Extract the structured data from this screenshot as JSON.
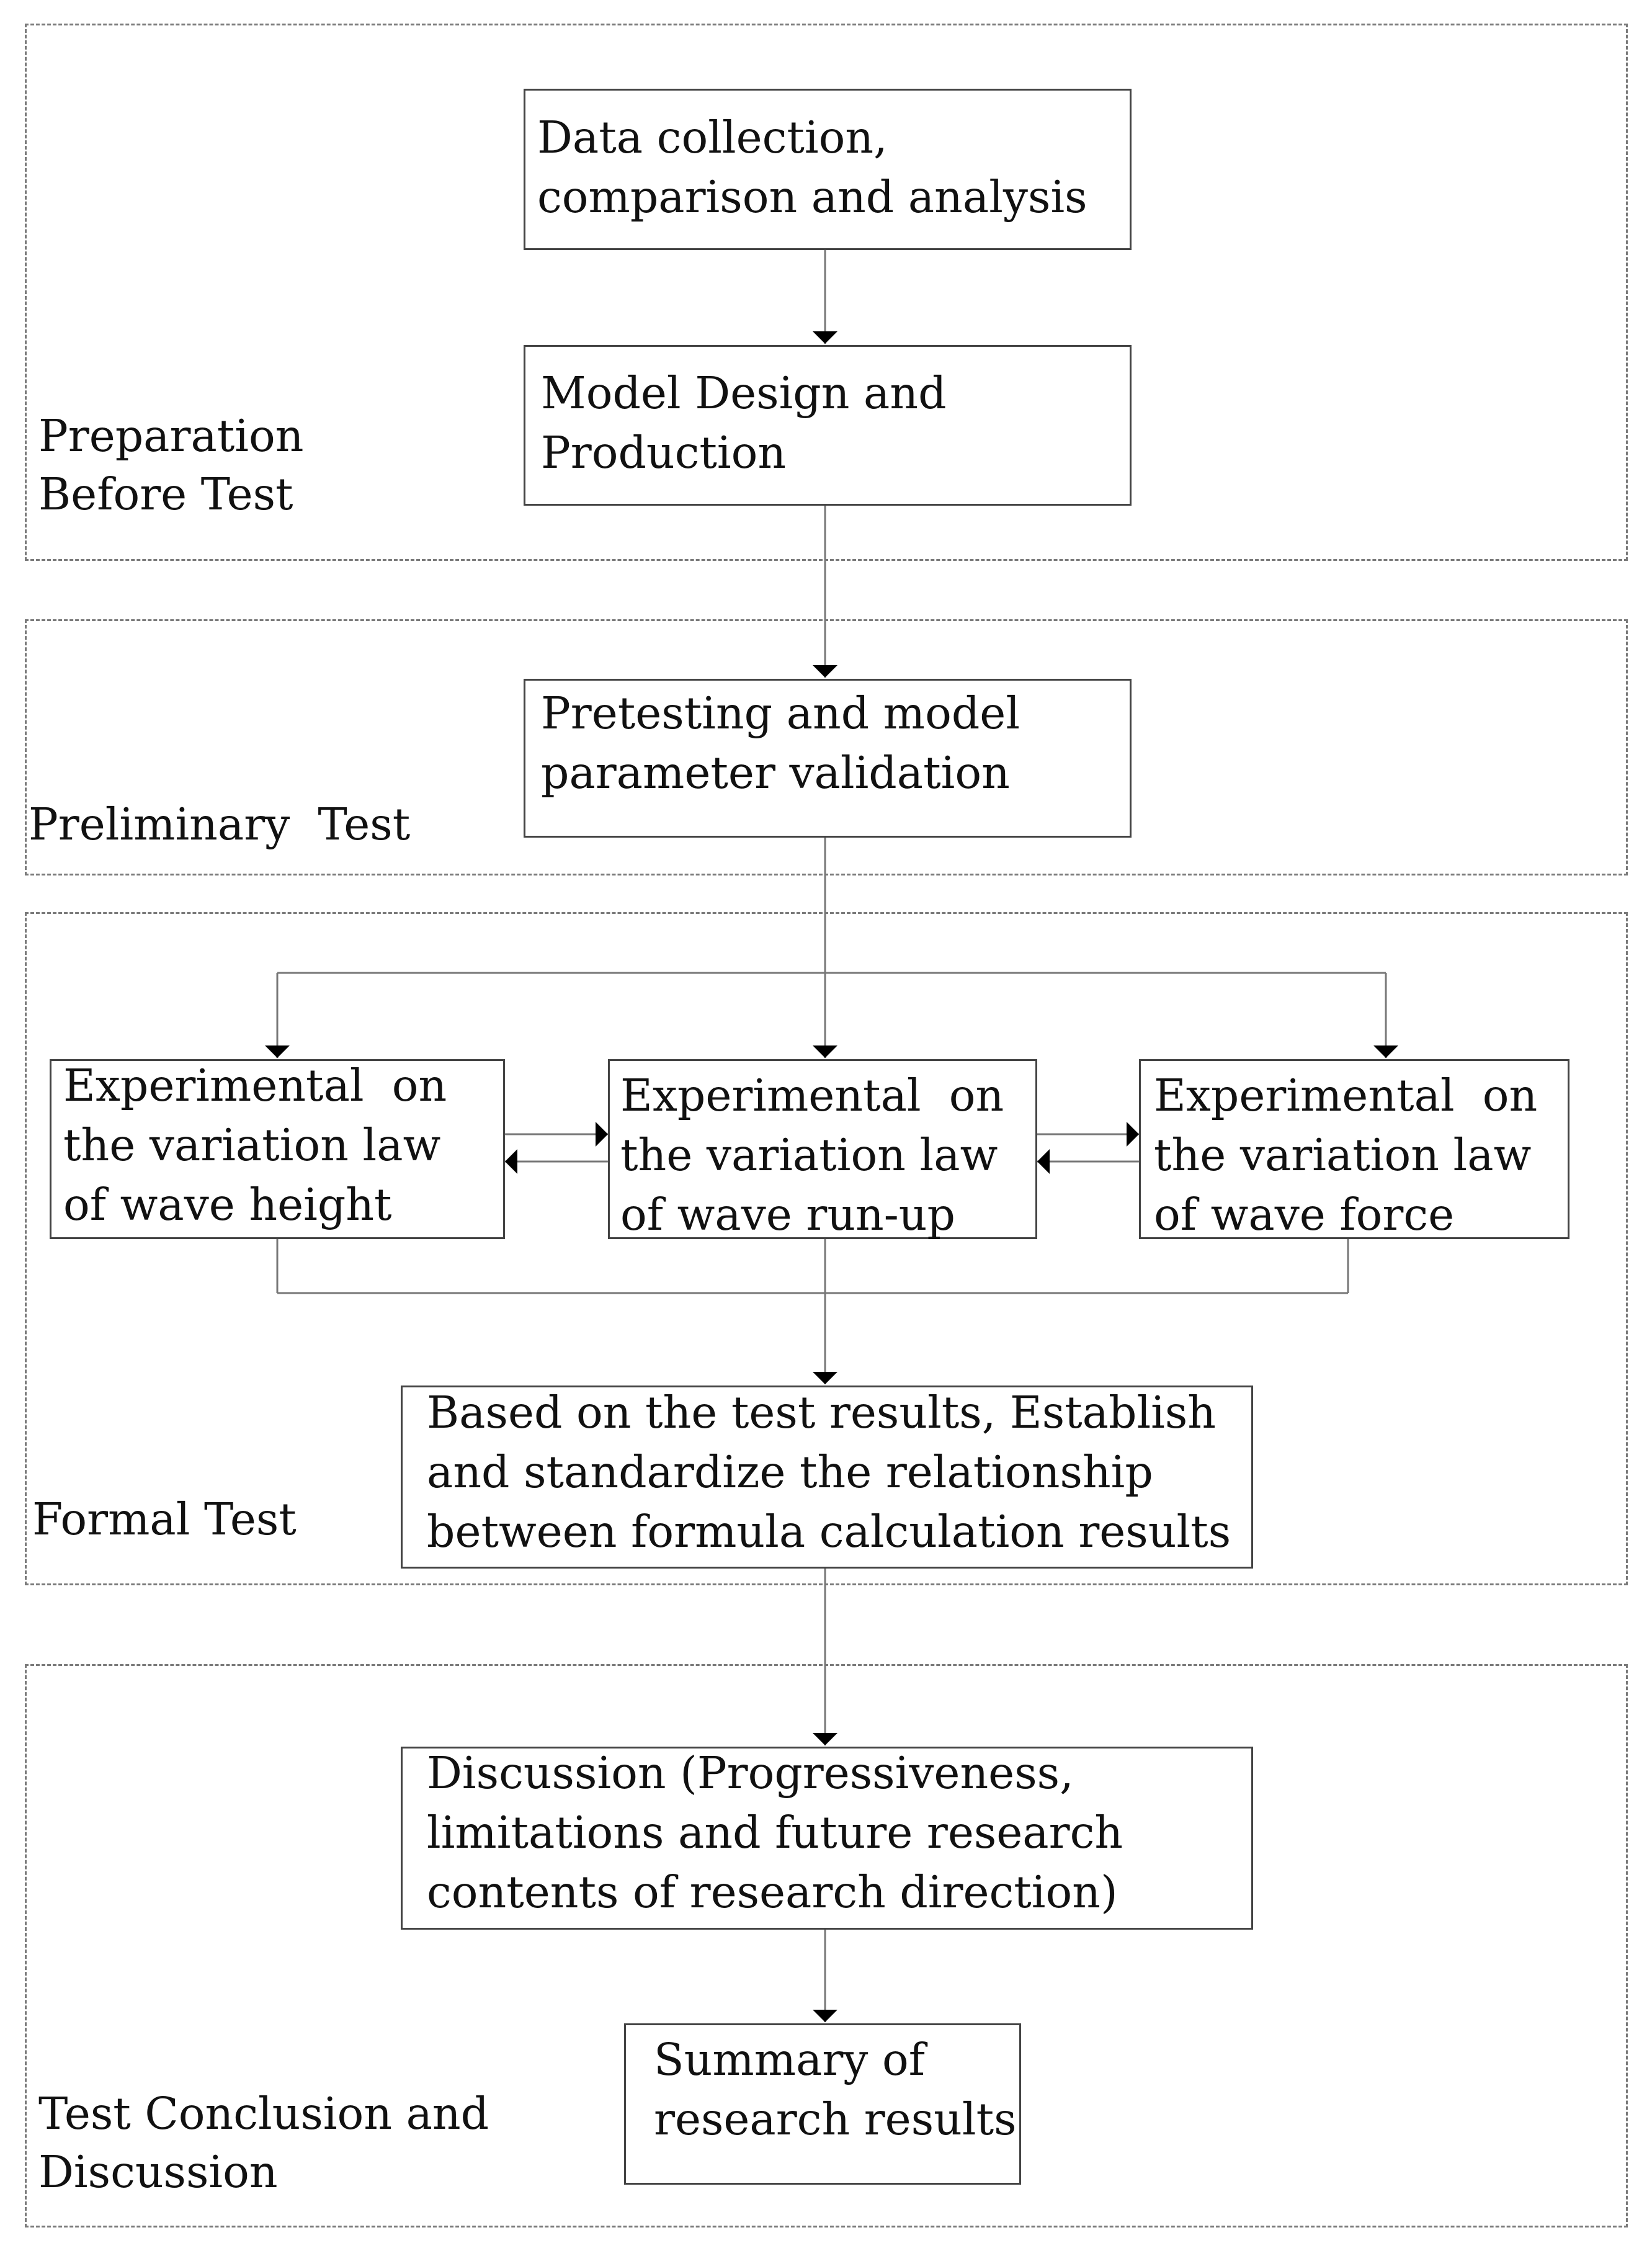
{
  "stages": {
    "preparation": "Preparation\nBefore Test",
    "preliminary": "Preliminary  Test",
    "formal": "Formal Test",
    "conclusion": "Test Conclusion and\nDiscussion"
  },
  "boxes": {
    "data_collection": "Data collection,\ncomparison and analysis",
    "model_design": "Model Design and\nProduction",
    "pretesting": "Pretesting and model\nparameter validation",
    "wave_height": "Experimental  on\nthe variation law\nof wave height",
    "wave_runup": "Experimental  on\nthe variation law\nof wave run-up",
    "wave_force": "Experimental  on\nthe variation law\nof wave force",
    "establish": "Based on the test results, Establish\nand standardize the relationship\nbetween formula calculation results",
    "discussion": "Discussion (Progressiveness,\nlimitations and future research\ncontents of research direction)",
    "summary": "Summary of\nresearch results"
  }
}
